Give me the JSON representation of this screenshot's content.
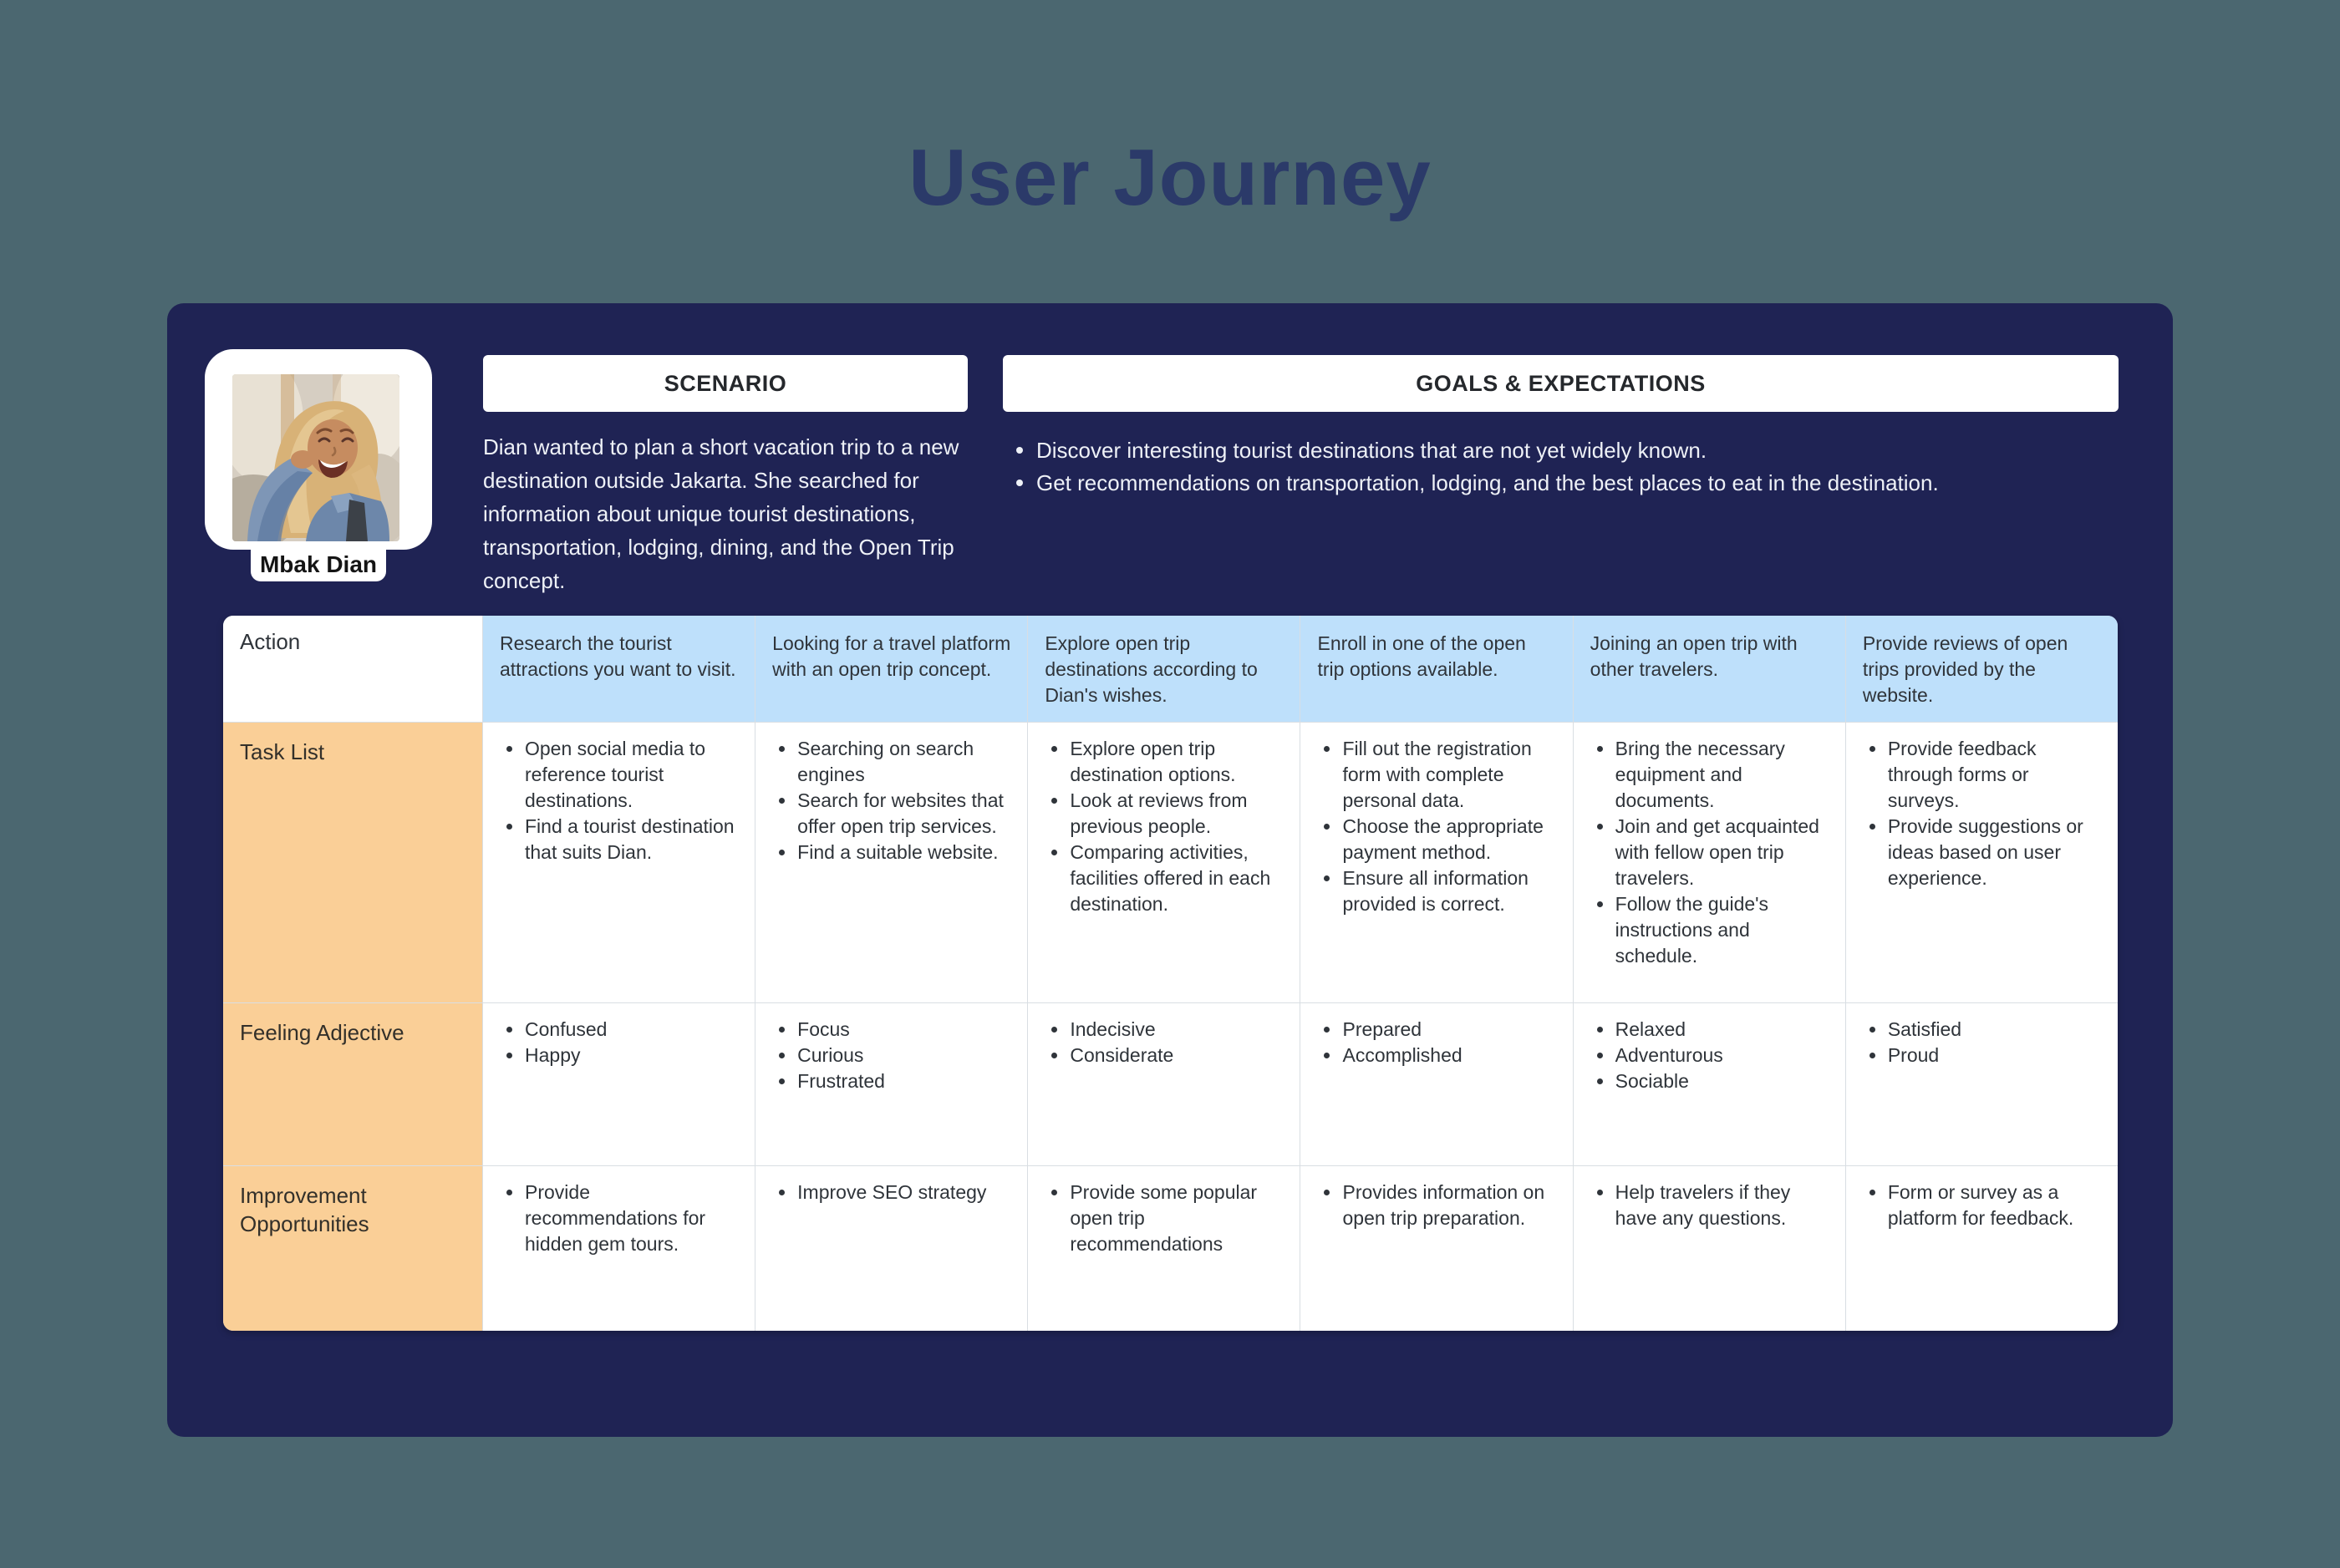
{
  "colors": {
    "page_background": "#4B6770",
    "panel_background": "#1F2354",
    "title_text": "#2B3A69",
    "stage_header_cell": "#BEE0FB",
    "row_label_cell": "#FACF97"
  },
  "page": {
    "title": "User Journey"
  },
  "persona": {
    "name": "Mbak Dian"
  },
  "scenario": {
    "header": "SCENARIO",
    "body": "Dian wanted to plan a short vacation trip to a new destination outside Jakarta. She searched for information about unique tourist destinations, transportation, lodging, dining, and the Open Trip concept."
  },
  "goals": {
    "header": "GOALS & EXPECTATIONS",
    "items": [
      "Discover interesting tourist destinations that are not yet widely known.",
      "Get recommendations on transportation, lodging, and the best places to eat in the destination."
    ]
  },
  "journey_table": {
    "row_headers": {
      "action": "Action",
      "tasks": "Task List",
      "feelings": "Feeling Adjective",
      "improvements": "Improvement Opportunities"
    },
    "stages": [
      {
        "action": "Research the tourist attractions you want to visit.",
        "tasks": [
          "Open social media to reference tourist destinations.",
          "Find a tourist destination that suits Dian."
        ],
        "feelings": [
          "Confused",
          "Happy"
        ],
        "improvements": [
          "Provide recommendations for hidden gem tours."
        ]
      },
      {
        "action": "Looking for a travel platform with an open trip concept.",
        "tasks": [
          "Searching on search engines",
          "Search for websites that offer open trip services.",
          "Find a suitable website."
        ],
        "feelings": [
          "Focus",
          "Curious",
          "Frustrated"
        ],
        "improvements": [
          "Improve SEO strategy"
        ]
      },
      {
        "action": "Explore open trip destinations according to Dian's wishes.",
        "tasks": [
          "Explore open trip destination options.",
          "Look at reviews from previous people.",
          "Comparing activities, facilities offered in each destination."
        ],
        "feelings": [
          "Indecisive",
          "Considerate"
        ],
        "improvements": [
          "Provide some popular open trip recommendations"
        ]
      },
      {
        "action": "Enroll in one of the open trip options available.",
        "tasks": [
          "Fill out the registration form with complete personal data.",
          "Choose the appropriate payment method.",
          "Ensure all information provided is correct."
        ],
        "feelings": [
          "Prepared",
          "Accomplished"
        ],
        "improvements": [
          "Provides information on open trip preparation."
        ]
      },
      {
        "action": "Joining an open trip with other travelers.",
        "tasks": [
          "Bring the necessary equipment and documents.",
          "Join and get acquainted with fellow open trip travelers.",
          "Follow the guide's instructions and schedule."
        ],
        "feelings": [
          "Relaxed",
          "Adventurous",
          "Sociable"
        ],
        "improvements": [
          "Help travelers if they have any questions."
        ]
      },
      {
        "action": "Provide reviews of open trips provided by the website.",
        "tasks": [
          "Provide feedback through forms or surveys.",
          "Provide suggestions or ideas based on user experience."
        ],
        "feelings": [
          "Satisfied",
          "Proud"
        ],
        "improvements": [
          "Form or survey as a platform for feedback."
        ]
      }
    ]
  }
}
